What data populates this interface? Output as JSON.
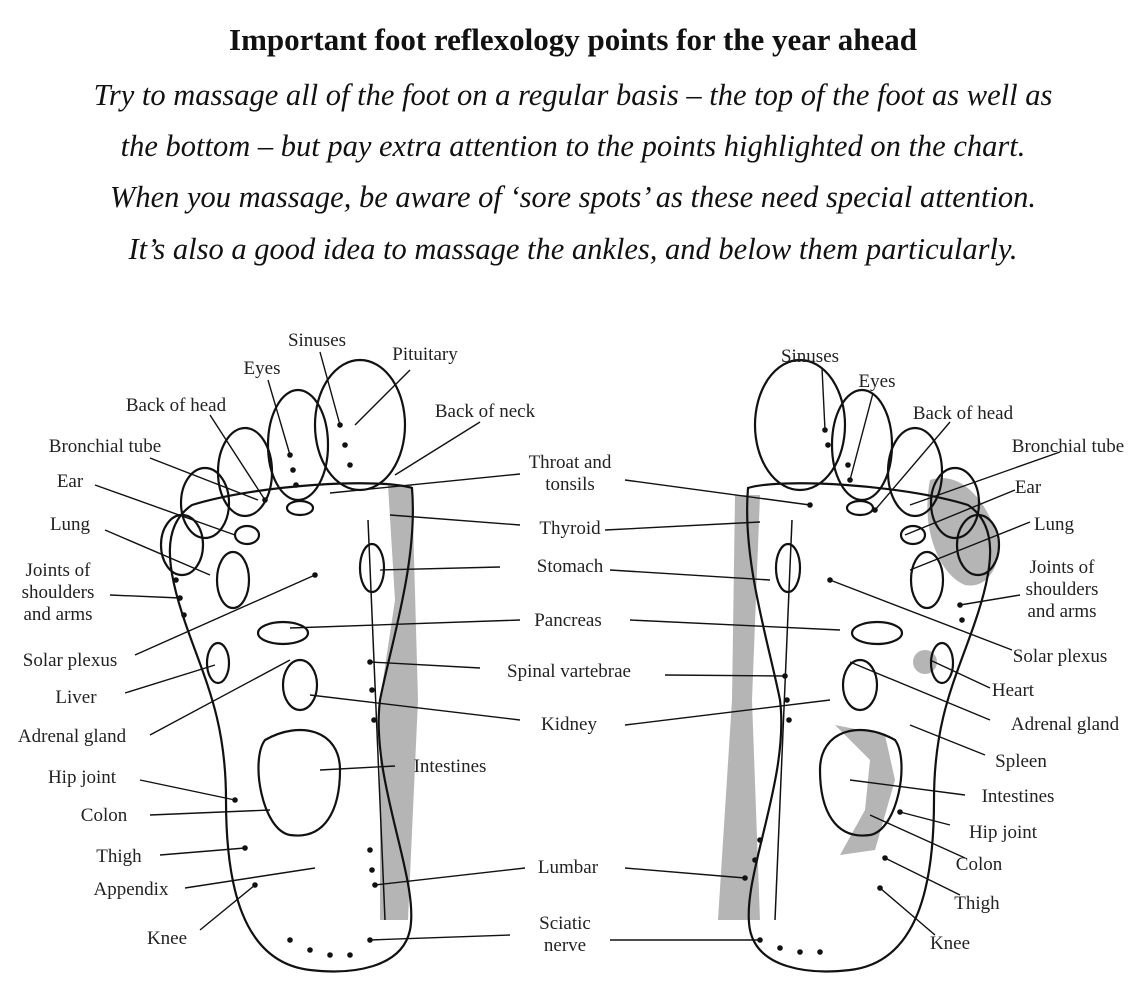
{
  "title": "Important foot reflexology points for the year ahead",
  "intro": [
    "Try to massage all of the foot on a regular basis – the top of the foot as well as",
    "the bottom – but pay extra attention to the points highlighted on the chart.",
    "When you massage, be aware of ‘sore spots’ as these need special attention.",
    "It’s also a good idea to massage the ankles, and below them particularly."
  ],
  "left_foot_labels": [
    "Sinuses",
    "Eyes",
    "Pituitary",
    "Back of head",
    "Back of neck",
    "Bronchial tube",
    "Ear",
    "Lung",
    "Joints of",
    "shoulders",
    "and arms",
    "Solar plexus",
    "Liver",
    "Adrenal gland",
    "Hip joint",
    "Colon",
    "Thigh",
    "Appendix",
    "Knee"
  ],
  "center_labels": [
    "Throat and",
    "tonsils",
    "Thyroid",
    "Stomach",
    "Pancreas",
    "Spinal vartebrae",
    "Kidney",
    "Intestines",
    "Lumbar",
    "Sciatic",
    "nerve"
  ],
  "right_foot_labels": [
    "Sinuses",
    "Eyes",
    "Back of head",
    "Bronchial tube",
    "Ear",
    "Lung",
    "Joints of",
    "shoulders",
    "and arms",
    "Solar plexus",
    "Heart",
    "Adrenal gland",
    "Spleen",
    "Intestines",
    "Hip joint",
    "Colon",
    "Thigh",
    "Knee"
  ]
}
